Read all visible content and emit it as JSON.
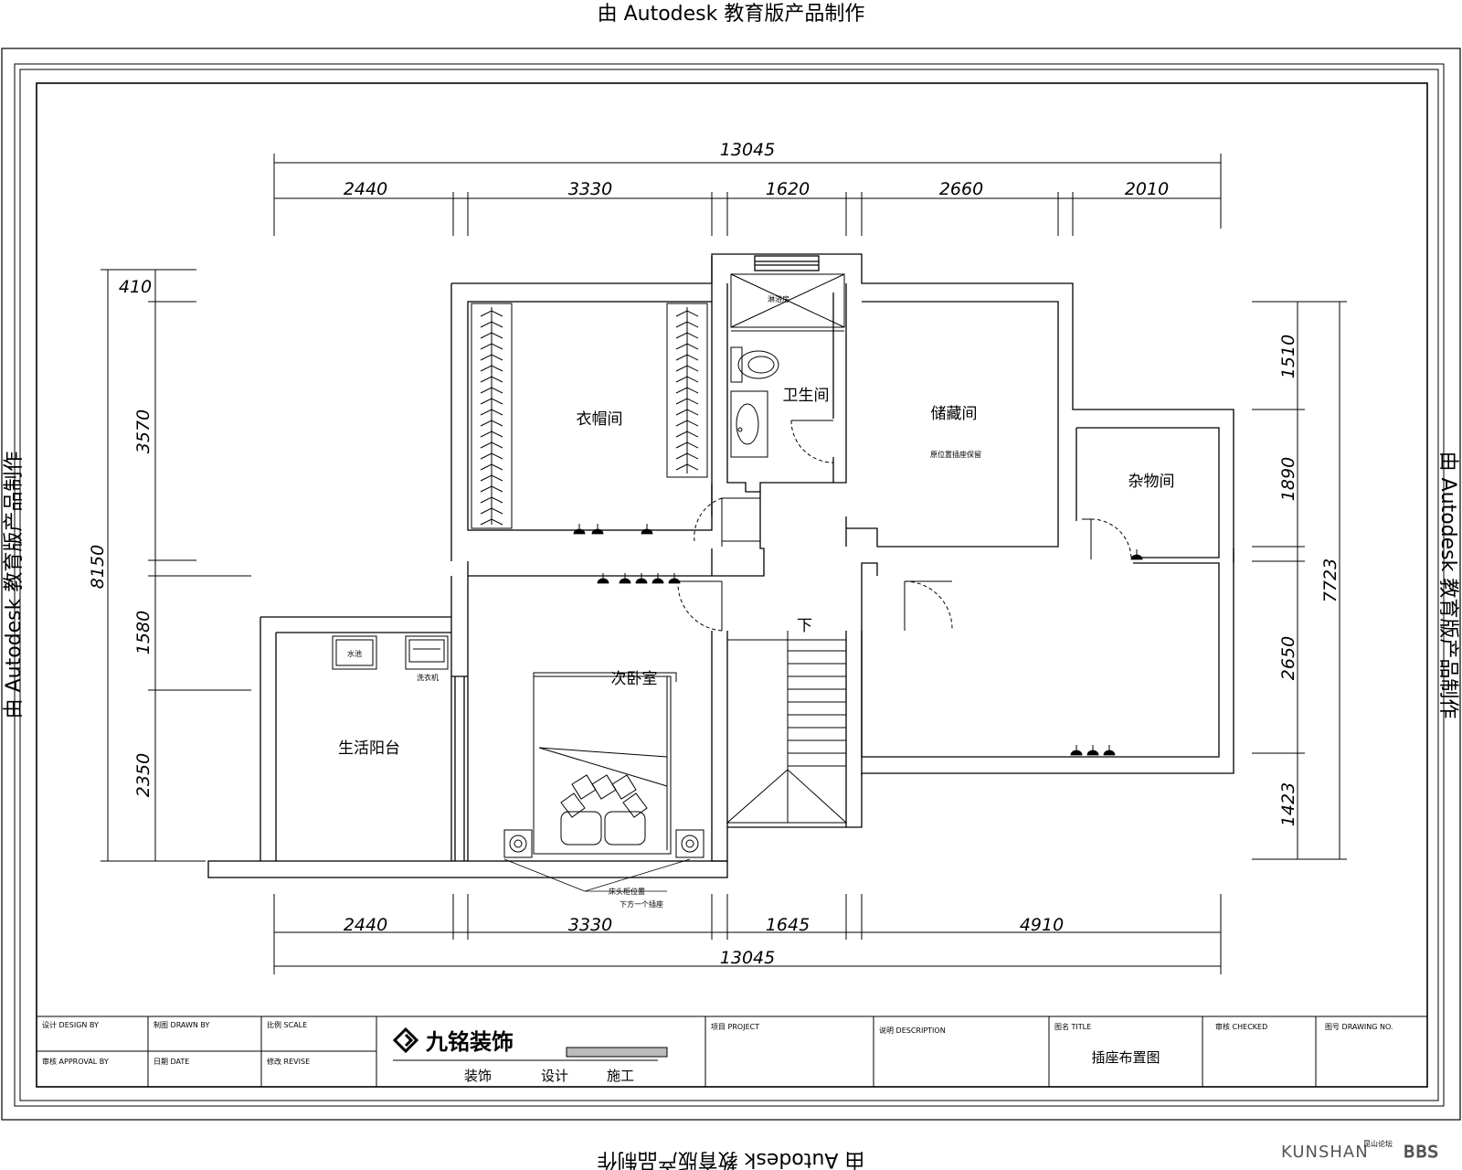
{
  "watermarks": {
    "top": "由 Autodesk 教育版产品制作",
    "bottom": "由 Autodesk 教育版产品制作",
    "left": "由 Autodesk 教育版产品制作",
    "right": "由 Autodesk 教育版产品制作"
  },
  "dimensions": {
    "top_total": "13045",
    "top_segments": [
      "2440",
      "3330",
      "1620",
      "2660",
      "2010"
    ],
    "bottom_total": "13045",
    "bottom_segments": [
      "2440",
      "3330",
      "1645",
      "4910"
    ],
    "left_total": "8150",
    "left_segments": [
      "410",
      "3570",
      "1580",
      "2350"
    ],
    "right_total": "7723",
    "right_segments": [
      "1510",
      "1890",
      "2650",
      "1423"
    ]
  },
  "rooms": {
    "cloakroom": "衣帽间",
    "bathroom": "卫生间",
    "storage": "储藏间",
    "storage_note": "原位置插座保留",
    "utility": "杂物间",
    "bedroom": "次卧室",
    "balcony": "生活阳台",
    "sink": "水池",
    "washer": "洗衣机",
    "shower": "淋浴房",
    "stairs_down": "下",
    "outlet_note_1": "床头柜位置",
    "outlet_note_2": "下方一个插座"
  },
  "title_block": {
    "company": "九铭装饰",
    "services": [
      "装饰",
      "设计",
      "施工"
    ],
    "field_1": "设计 DESIGN BY",
    "field_2": "制图 DRAWN BY",
    "field_3": "比例 SCALE",
    "field_4": "审核 APPROVAL BY",
    "field_5": "日期 DATE",
    "field_6": "修改 REVISE",
    "project_label": "项目 PROJECT",
    "description_label": "说明 DESCRIPTION",
    "title_label": "图名 TITLE",
    "drawing_title": "插座布置图",
    "checked_label": "审核 CHECKED",
    "drawing_no_label": "图号 DRAWING NO."
  },
  "forum_mark": {
    "text": "KUNSHAN",
    "cn": "昆山论坛",
    "bbs": "BBS"
  }
}
